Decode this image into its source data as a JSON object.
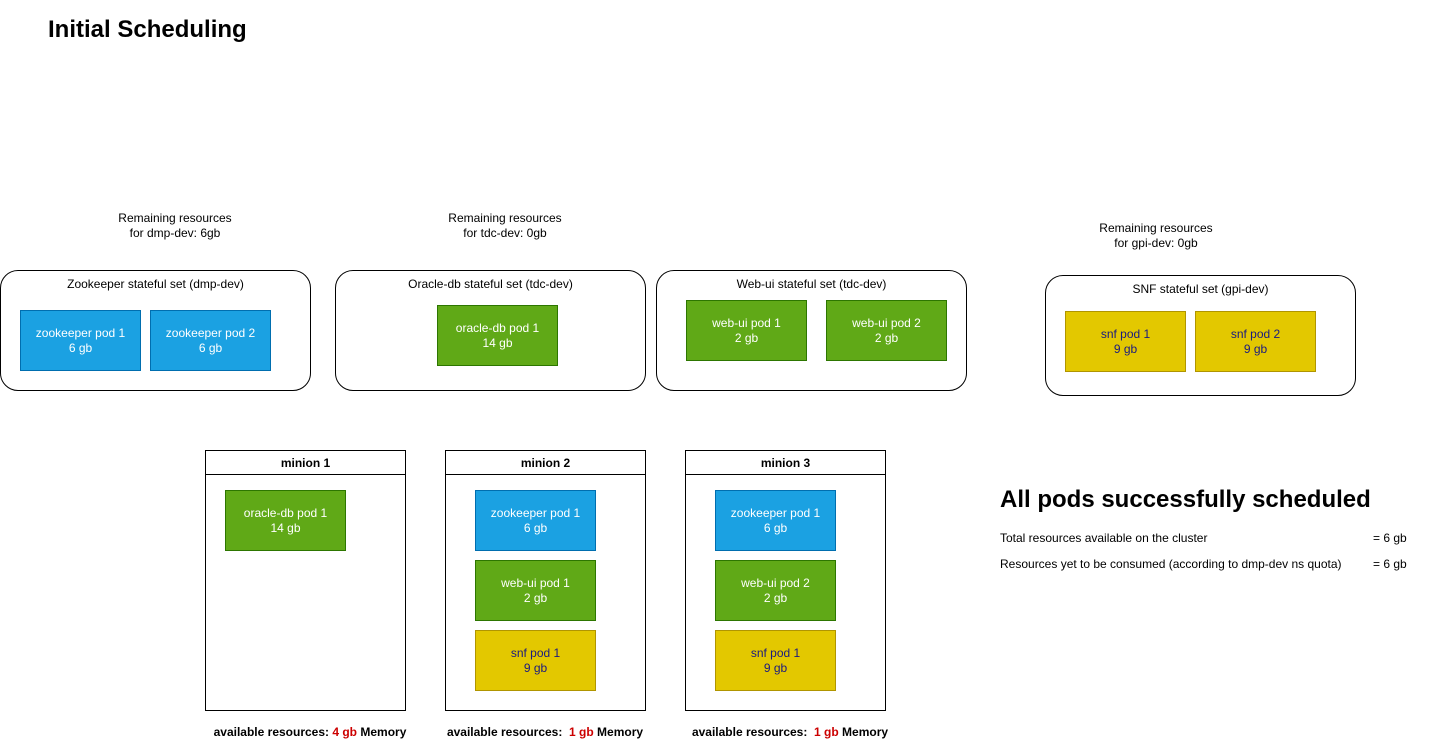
{
  "title": "Initial Scheduling",
  "remaining": [
    {
      "line1": "Remaining resources",
      "line2": "for dmp-dev: 6gb"
    },
    {
      "line1": "Remaining resources",
      "line2": "for tdc-dev: 0gb"
    },
    {
      "line1": "Remaining resources",
      "line2": "for gpi-dev: 0gb"
    }
  ],
  "stateful_sets": [
    {
      "label": "Zookeeper stateful set (dmp-dev)",
      "pods": [
        {
          "name": "zookeeper pod 1",
          "size": "6 gb"
        },
        {
          "name": "zookeeper pod 2",
          "size": "6 gb"
        }
      ]
    },
    {
      "label": "Oracle-db stateful set (tdc-dev)",
      "pods": [
        {
          "name": "oracle-db pod 1",
          "size": "14 gb"
        }
      ]
    },
    {
      "label": "Web-ui stateful set (tdc-dev)",
      "pods": [
        {
          "name": "web-ui pod 1",
          "size": "2 gb"
        },
        {
          "name": "web-ui pod 2",
          "size": "2 gb"
        }
      ]
    },
    {
      "label": "SNF stateful set (gpi-dev)",
      "pods": [
        {
          "name": "snf pod 1",
          "size": "9 gb"
        },
        {
          "name": "snf pod 2",
          "size": "9 gb"
        }
      ]
    }
  ],
  "minions": [
    {
      "label": "minion 1",
      "pods": [
        {
          "name": "oracle-db pod 1",
          "size": "14 gb"
        }
      ],
      "available": {
        "prefix": "available resources: ",
        "amount": "4 gb",
        "suffix": " Memory"
      }
    },
    {
      "label": "minion 2",
      "pods": [
        {
          "name": "zookeeper pod 1",
          "size": "6 gb"
        },
        {
          "name": "web-ui pod 1",
          "size": "2 gb"
        },
        {
          "name": "snf pod 1",
          "size": "9 gb"
        }
      ],
      "available": {
        "prefix": "available resources:  ",
        "amount": "1 gb",
        "suffix": " Memory"
      }
    },
    {
      "label": "minion 3",
      "pods": [
        {
          "name": "zookeeper pod 1",
          "size": "6 gb"
        },
        {
          "name": "web-ui pod 2",
          "size": "2 gb"
        },
        {
          "name": "snf pod 1",
          "size": "9 gb"
        }
      ],
      "available": {
        "prefix": "available resources:  ",
        "amount": "1 gb",
        "suffix": " Memory"
      }
    }
  ],
  "summary": {
    "title": "All pods successfully scheduled",
    "rows": [
      {
        "label": "Total resources available on the cluster",
        "value": "= 6 gb"
      },
      {
        "label": "Resources yet to be consumed (according to dmp-dev ns quota)",
        "value": "= 6 gb"
      }
    ]
  },
  "colors": {
    "zookeeper": "#1ba1e2",
    "green_pod": "#60a917",
    "snf": "#e3c800",
    "available_amount": "#cc0000"
  }
}
